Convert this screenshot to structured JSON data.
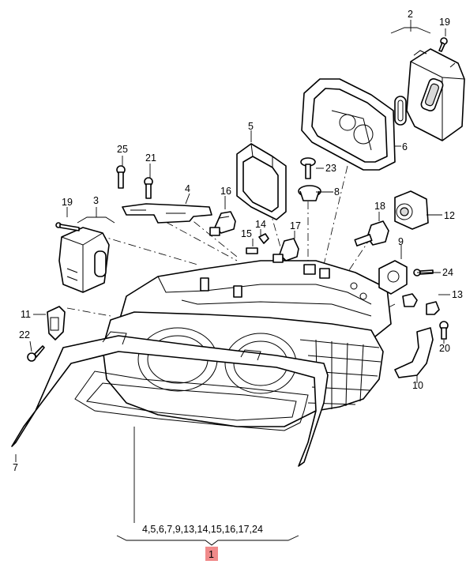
{
  "callouts": [
    {
      "id": "1",
      "highlighted": true
    },
    {
      "id": "2"
    },
    {
      "id": "3"
    },
    {
      "id": "4"
    },
    {
      "id": "5"
    },
    {
      "id": "6"
    },
    {
      "id": "7"
    },
    {
      "id": "8"
    },
    {
      "id": "9"
    },
    {
      "id": "10"
    },
    {
      "id": "11"
    },
    {
      "id": "12"
    },
    {
      "id": "13"
    },
    {
      "id": "14"
    },
    {
      "id": "15"
    },
    {
      "id": "16"
    },
    {
      "id": "17"
    },
    {
      "id": "18"
    },
    {
      "id": "19a",
      "label": "19"
    },
    {
      "id": "19b",
      "label": "19"
    },
    {
      "id": "20"
    },
    {
      "id": "21"
    },
    {
      "id": "22"
    },
    {
      "id": "23"
    },
    {
      "id": "24"
    },
    {
      "id": "25"
    }
  ],
  "assembly_summary": "4,5,6,7,9,13,14,15,16,17,24",
  "highlight_color": "#f08a8a"
}
